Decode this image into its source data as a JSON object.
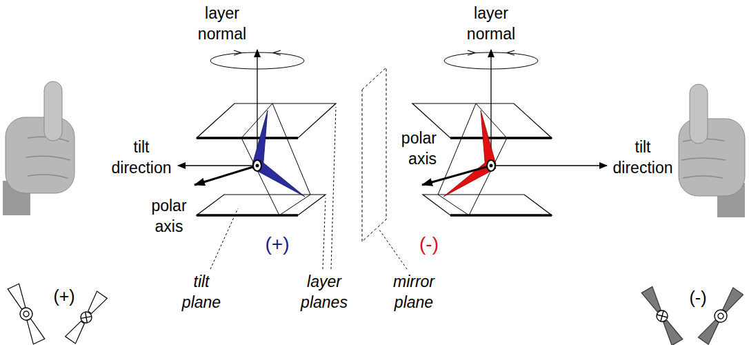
{
  "diagram": {
    "labels": [
      "layer normal",
      "layer normal",
      "tilt direction",
      "polar axis",
      "tilt direction",
      "polar axis",
      "(+)",
      "(-)",
      "(+)",
      "tilt plane",
      "layer planes",
      "mirror plane",
      "(-)"
    ]
  }
}
